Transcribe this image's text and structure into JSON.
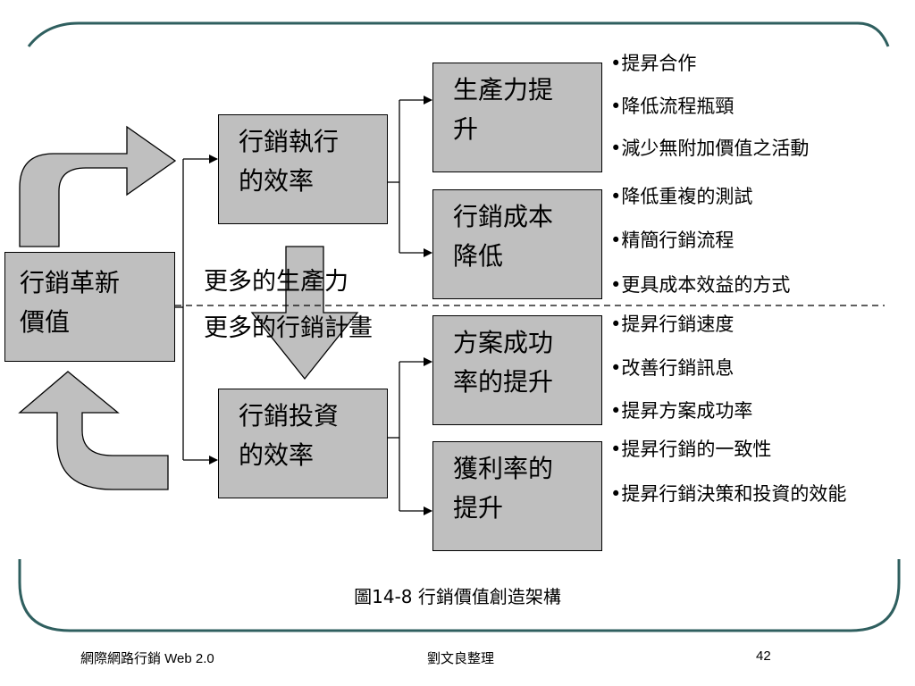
{
  "diagram": {
    "root": {
      "lines": [
        "行銷革新",
        "價值"
      ]
    },
    "mid": [
      {
        "id": "exec",
        "lines": [
          "行銷執行",
          "的效率"
        ]
      },
      {
        "id": "invest",
        "lines": [
          "行銷投資",
          "的效率"
        ]
      }
    ],
    "right": [
      {
        "id": "productivity",
        "lines": [
          "生產力提",
          "升"
        ]
      },
      {
        "id": "cost",
        "lines": [
          "行銷成本",
          "降低"
        ]
      },
      {
        "id": "plan",
        "lines": [
          "方案成功",
          "率的提升"
        ]
      },
      {
        "id": "profit",
        "lines": [
          "獲利率的",
          "提升"
        ]
      }
    ],
    "center_text": [
      "更多的生產力",
      "更多的行銷計畫"
    ],
    "bullets": [
      "•提昇合作",
      "•降低流程瓶頸",
      "•減少無附加價值之活動",
      "•降低重複的測試",
      "•精簡行銷流程",
      "•更具成本效益的方式",
      "•提昇行銷速度",
      "•改善行銷訊息",
      "•提昇方案成功率",
      "•提昇行銷的一致性",
      "•提昇行銷決策和投資的效能"
    ],
    "caption": "圖14-8  行銷價值創造架構"
  },
  "footer": {
    "left": "網際網路行銷 Web 2.0",
    "center": "劉文良整理",
    "page": "42"
  },
  "colors": {
    "frame": "#2f5f5f",
    "box_fill": "#bfbfbf",
    "arrow_fill": "#bfbfbf"
  }
}
